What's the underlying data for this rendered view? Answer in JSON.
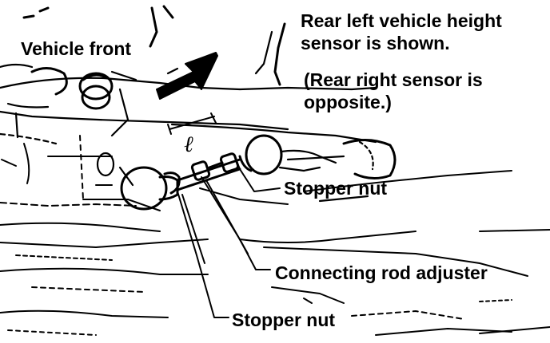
{
  "labels": {
    "vehicle_front": "Vehicle front",
    "title_line1": "Rear left vehicle height",
    "title_line2": "sensor is shown.",
    "note_line1": "(Rear right sensor is",
    "note_line2": "opposite.)",
    "stopper_nut_upper": "Stopper nut",
    "connecting_rod_adjuster": "Connecting rod adjuster",
    "stopper_nut_lower": "Stopper nut",
    "dimension_symbol": "ℓ"
  },
  "colors": {
    "ink": "#000000",
    "paper": "#ffffff"
  }
}
